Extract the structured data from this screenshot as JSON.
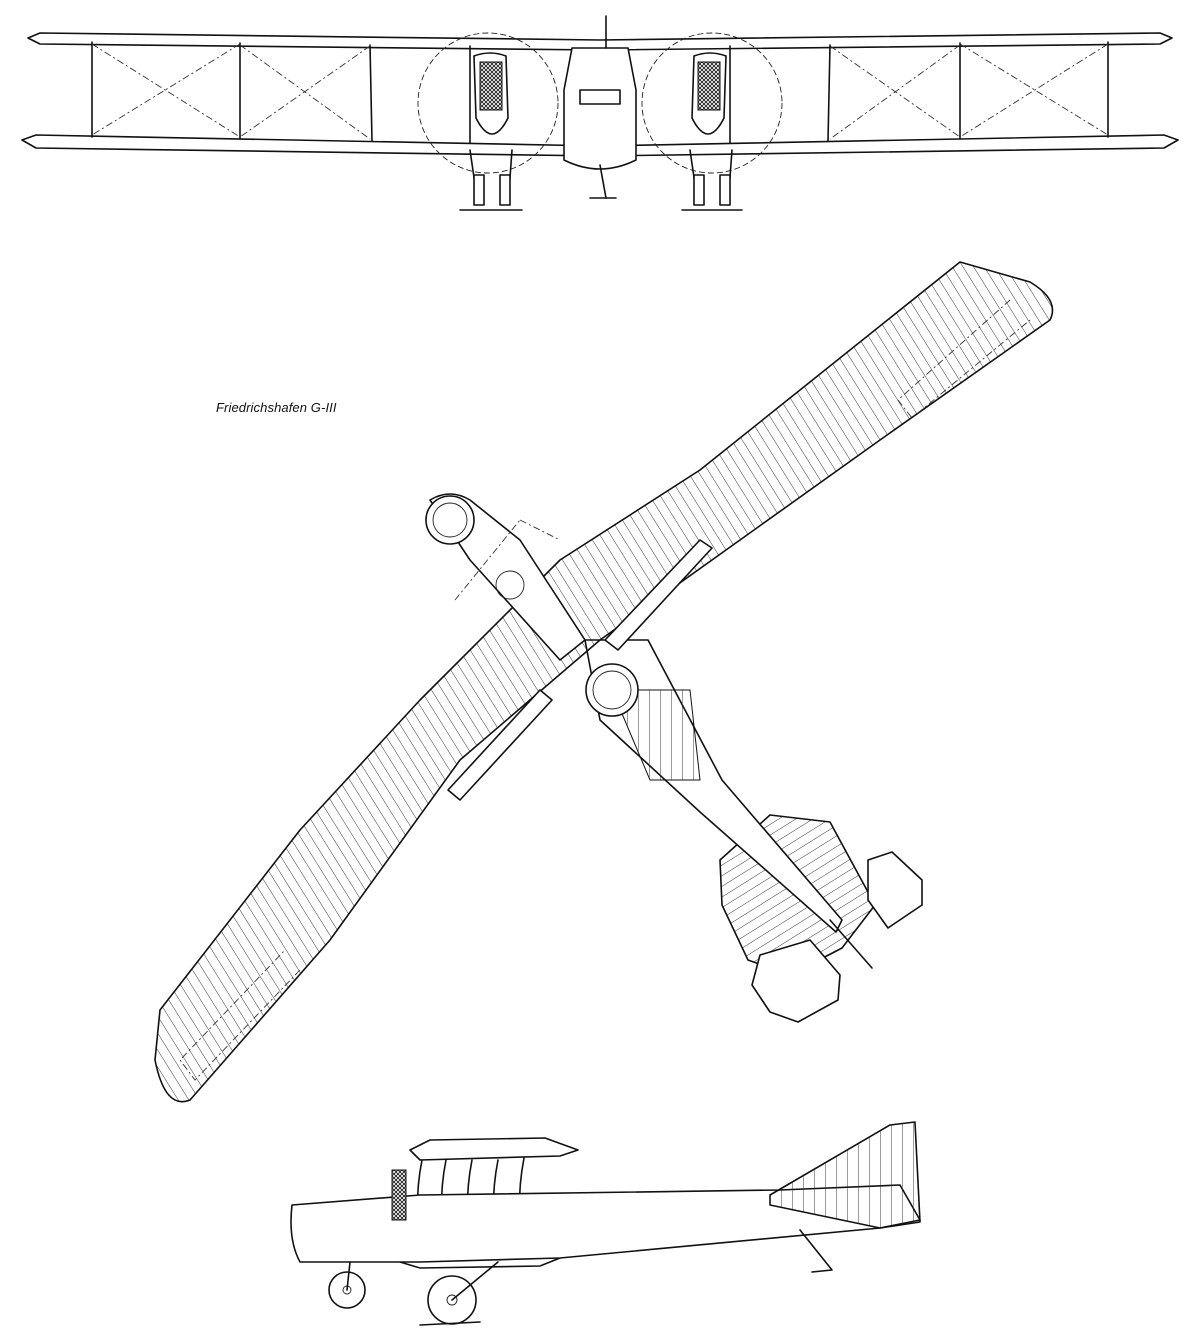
{
  "drawing": {
    "caption": "Friedrichshafen G-III",
    "views": [
      "front-view",
      "top-view",
      "side-view"
    ],
    "ink_color": "#111111",
    "paper_color": "#ffffff"
  }
}
